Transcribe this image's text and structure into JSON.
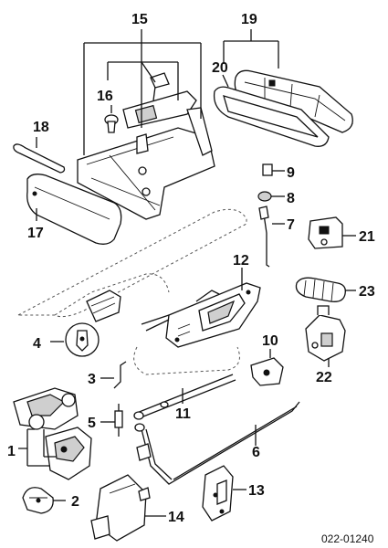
{
  "callouts": [
    {
      "id": "1",
      "label": "1"
    },
    {
      "id": "2",
      "label": "2"
    },
    {
      "id": "3",
      "label": "3"
    },
    {
      "id": "4",
      "label": "4"
    },
    {
      "id": "5",
      "label": "5"
    },
    {
      "id": "6",
      "label": "6"
    },
    {
      "id": "7",
      "label": "7"
    },
    {
      "id": "8",
      "label": "8"
    },
    {
      "id": "9",
      "label": "9"
    },
    {
      "id": "10",
      "label": "10"
    },
    {
      "id": "11",
      "label": "11"
    },
    {
      "id": "12",
      "label": "12"
    },
    {
      "id": "13",
      "label": "13"
    },
    {
      "id": "14",
      "label": "14"
    },
    {
      "id": "15",
      "label": "15"
    },
    {
      "id": "16",
      "label": "16"
    },
    {
      "id": "17",
      "label": "17"
    },
    {
      "id": "18",
      "label": "18"
    },
    {
      "id": "19",
      "label": "19"
    },
    {
      "id": "20",
      "label": "20"
    },
    {
      "id": "21",
      "label": "21"
    },
    {
      "id": "22",
      "label": "22"
    },
    {
      "id": "23",
      "label": "23"
    }
  ],
  "diagram_code": "022-01240",
  "colors": {
    "ink": "#111111",
    "paper": "#ffffff",
    "shade": "#cfcfcf"
  }
}
